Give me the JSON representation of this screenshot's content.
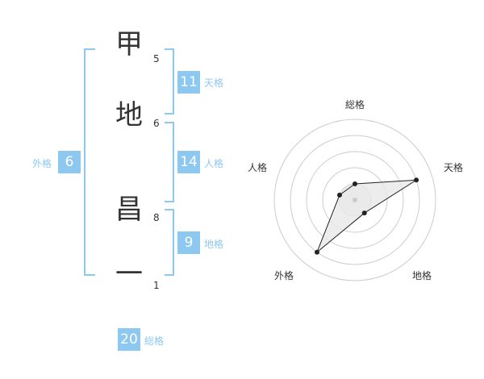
{
  "name": {
    "chars": [
      "甲",
      "地",
      "昌",
      "一"
    ],
    "strokes": [
      "5",
      "6",
      "8",
      "1"
    ]
  },
  "fortune": {
    "tenkaku": {
      "value": "11",
      "label": "天格"
    },
    "jinkaku": {
      "value": "14",
      "label": "人格"
    },
    "chikaku": {
      "value": "9",
      "label": "地格"
    },
    "gaikaku": {
      "value": "6",
      "label": "外格"
    },
    "soukaku": {
      "value": "20",
      "label": "総格"
    }
  },
  "chart_data": {
    "type": "radar",
    "axes": [
      "総格",
      "天格",
      "地格",
      "外格",
      "人格"
    ],
    "values": [
      1,
      4,
      1,
      4,
      1
    ],
    "range": [
      0,
      5
    ],
    "rings": 4,
    "colors": {
      "fill": "#e8e8e8",
      "line": "#222222",
      "ring": "#cccccc",
      "center": "#cccccc"
    }
  }
}
